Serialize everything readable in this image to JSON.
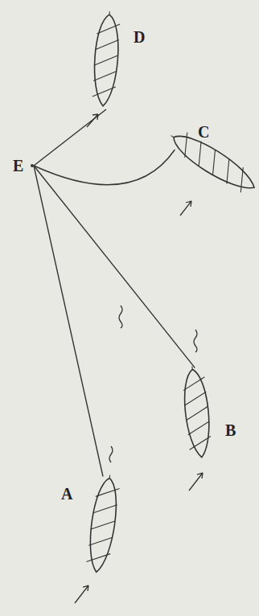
{
  "diagram": {
    "nodes": [
      {
        "text": [
          "D"
        ]
      },
      {
        "text": [
          "C"
        ]
      },
      {
        "text": [
          "E"
        ]
      },
      {
        "text": [
          "B"
        ]
      },
      {
        "text": [
          "A"
        ]
      }
    ],
    "edges": [
      {
        "from": 0,
        "to": 2,
        "arrow": "none"
      },
      {
        "from": 1,
        "to": 2,
        "arrow": "none"
      },
      {
        "from": 3,
        "to": 2,
        "arrow": "none"
      },
      {
        "from": 4,
        "to": 2,
        "arrow": "none"
      }
    ]
  }
}
